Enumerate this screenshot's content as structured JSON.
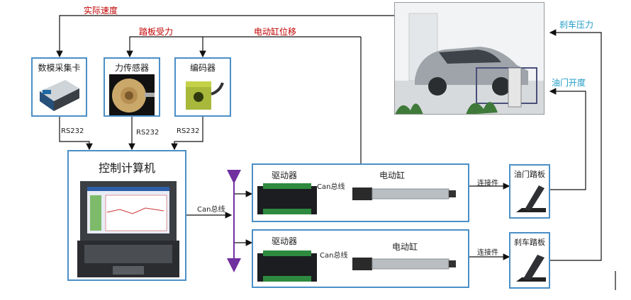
{
  "feedback": {
    "actual_speed": "实际速度",
    "pedal_force": "踏板受力",
    "cylinder_displacement": "电动缸位移",
    "brake_pressure": "刹车压力",
    "throttle_opening": "油门开度"
  },
  "sensors": {
    "daq_card": "数模采集卡",
    "force_sensor": "力传感器",
    "encoder": "编码器"
  },
  "links": {
    "rs232_1": "RS232",
    "rs232_2": "RS232",
    "rs232_3": "RS232",
    "can_bus_main": "Can总线",
    "can_bus_upper": "Can总线",
    "can_bus_lower": "Can总线",
    "connector_upper": "连接件",
    "connector_lower": "连接件"
  },
  "computer": {
    "title": "控制计算机"
  },
  "upper_unit": {
    "driver": "驱动器",
    "cylinder": "电动缸"
  },
  "lower_unit": {
    "driver": "驱动器",
    "cylinder": "电动缸"
  },
  "pedals": {
    "throttle": "油门踏板",
    "brake": "刹车踏板"
  },
  "colors": {
    "box_border": "#4a8fc7",
    "feedback_red": "#c00000",
    "feedback_cyan": "#1e9bc7",
    "bus_arrow": "#7030a0"
  }
}
